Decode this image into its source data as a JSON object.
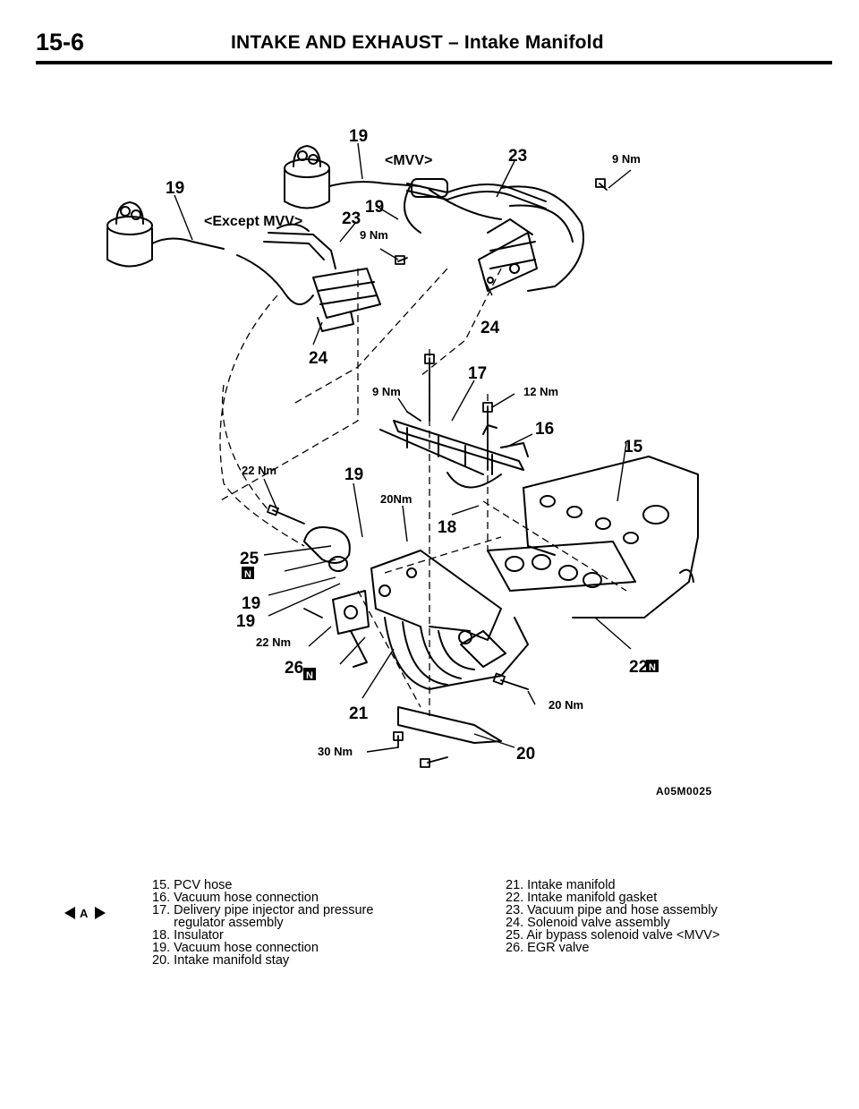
{
  "header": {
    "page_number": "15-6",
    "title": "INTAKE AND EXHAUST – Intake Manifold"
  },
  "figure": {
    "code": "A05M0025",
    "callouts": {
      "c19_top": "19",
      "c19_left": "19",
      "c19_mid": "19",
      "c19_lower": "19",
      "c19_a": "19",
      "c19_b": "19",
      "c23_right": "23",
      "c23_left": "23",
      "c24_right": "24",
      "c24_left": "24",
      "c17": "17",
      "c16": "16",
      "c15": "15",
      "c18": "18",
      "c25": "25",
      "c26": "26",
      "c21": "21",
      "c20": "20",
      "c22": "22"
    },
    "labels": {
      "mvv": "<MVV>",
      "except_mvv": "<Except MVV>",
      "t9nm_a": "9 Nm",
      "t9nm_b": "9 Nm",
      "t9nm_c": "9 Nm",
      "t12nm": "12 Nm",
      "t22nm_a": "22 Nm",
      "t20nm_a": "20Nm",
      "t22nm_b": "22 Nm",
      "t20nm_b": "20 Nm",
      "t30nm": "30 Nm",
      "n_badge": "N"
    }
  },
  "legend": {
    "left": [
      "15. PCV hose",
      "16. Vacuum hose connection",
      "17. Delivery pipe injector and pressure",
      "      regulator assembly",
      "18. Insulator",
      "19. Vacuum hose connection",
      "20. Intake manifold stay"
    ],
    "right": [
      "21. Intake manifold",
      "22. Intake manifold gasket",
      "23. Vacuum pipe and hose assembly",
      "24. Solenoid valve assembly",
      "25. Air bypass solenoid valve <MVV>",
      "26. EGR valve"
    ],
    "reference_mark": "A"
  }
}
